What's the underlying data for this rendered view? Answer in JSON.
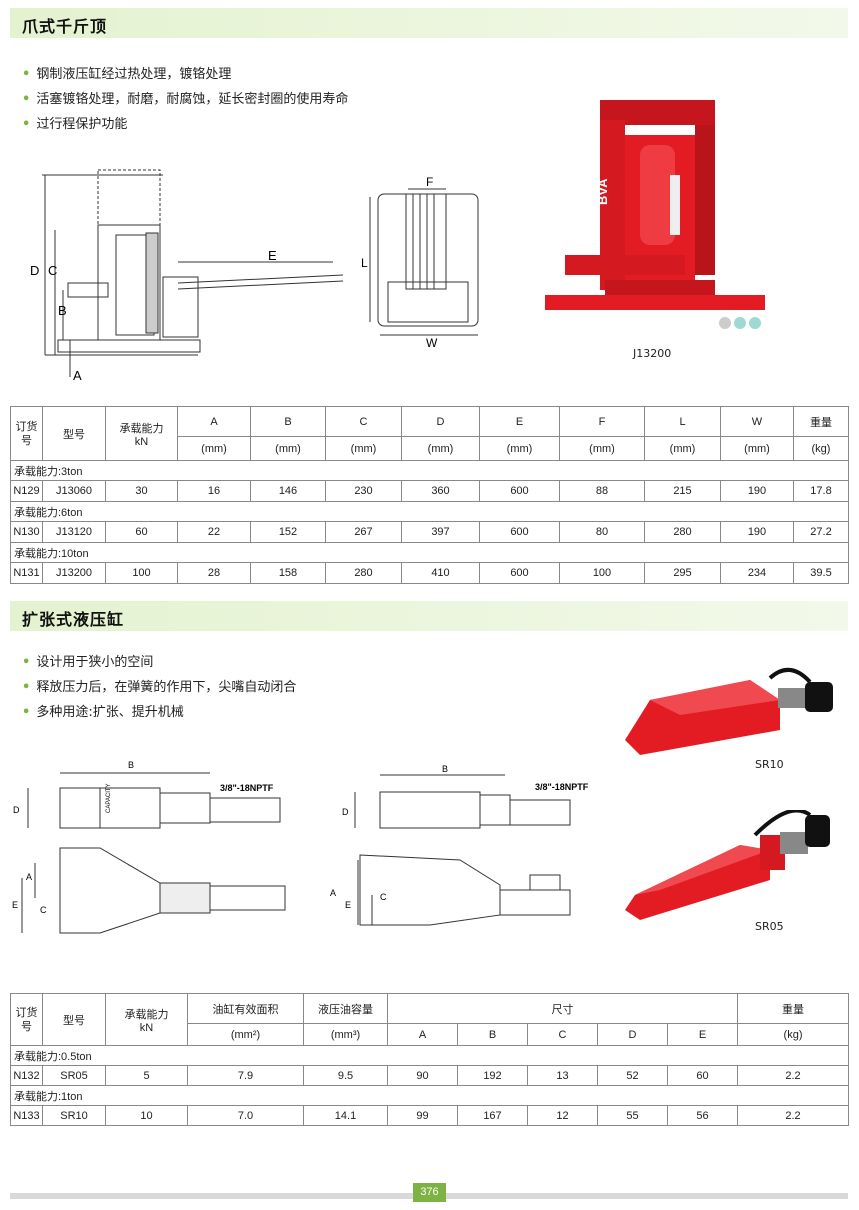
{
  "section1": {
    "title": "爪式千斤顶",
    "bullets": [
      "钢制液压缸经过热处理，镀铬处理",
      "活塞镀铬处理，耐磨，耐腐蚀，延长密封圈的使用寿命",
      "过行程保护功能"
    ],
    "diagram_labels": {
      "D": "D",
      "C": "C",
      "B": "B",
      "A": "A",
      "E": "E",
      "F": "F",
      "L": "L",
      "W": "W"
    },
    "photo_caption": "J13200",
    "photo_brand": "BVA",
    "table": {
      "headers": {
        "order_no": "订货号",
        "model": "型号",
        "capacity": "承载能力",
        "capacity_unit": "kN",
        "cols": [
          "A",
          "B",
          "C",
          "D",
          "E",
          "F",
          "L",
          "W"
        ],
        "unit_mm": "(mm)",
        "weight": "重量",
        "weight_unit": "(kg)"
      },
      "groups": [
        {
          "label": "承载能力:3ton",
          "row": [
            "N129",
            "J13060",
            "30",
            "16",
            "146",
            "230",
            "360",
            "600",
            "88",
            "215",
            "190",
            "17.8"
          ]
        },
        {
          "label": "承载能力:6ton",
          "row": [
            "N130",
            "J13120",
            "60",
            "22",
            "152",
            "267",
            "397",
            "600",
            "80",
            "280",
            "190",
            "27.2"
          ]
        },
        {
          "label": "承载能力:10ton",
          "row": [
            "N131",
            "J13200",
            "100",
            "28",
            "158",
            "280",
            "410",
            "600",
            "100",
            "295",
            "234",
            "39.5"
          ]
        }
      ]
    }
  },
  "section2": {
    "title": "扩张式液压缸",
    "bullets": [
      "设计用于狭小的空间",
      "释放压力后，在弹簧的作用下，尖嘴自动闭合",
      "多种用途:扩张、提升机械"
    ],
    "diagram_labels": {
      "B": "B",
      "D": "D",
      "A": "A",
      "E": "E",
      "C": "C",
      "thread": "3/8\"-18NPTF",
      "capacity_mark": "CAPACITY"
    },
    "photo_captions": [
      "SR10",
      "SR05"
    ],
    "table": {
      "headers": {
        "order_no": "订货号",
        "model": "型号",
        "capacity": "承载能力",
        "capacity_unit": "kN",
        "area": "油缸有效面积",
        "area_unit": "(mm²)",
        "oil": "液压油容量",
        "oil_unit": "(mm³)",
        "size": "尺寸",
        "cols": [
          "A",
          "B",
          "C",
          "D",
          "E"
        ],
        "weight": "重量",
        "weight_unit": "(kg)"
      },
      "groups": [
        {
          "label": "承载能力:0.5ton",
          "row": [
            "N132",
            "SR05",
            "5",
            "7.9",
            "9.5",
            "90",
            "192",
            "13",
            "52",
            "60",
            "2.2"
          ]
        },
        {
          "label": "承载能力:1ton",
          "row": [
            "N133",
            "SR10",
            "10",
            "7.0",
            "14.1",
            "99",
            "167",
            "12",
            "55",
            "56",
            "2.2"
          ]
        }
      ]
    }
  },
  "footer": {
    "page": "376"
  },
  "colors": {
    "accent": "#7cb342",
    "product_red": "#e31b23",
    "bar_bg": "#e4f2d0"
  }
}
